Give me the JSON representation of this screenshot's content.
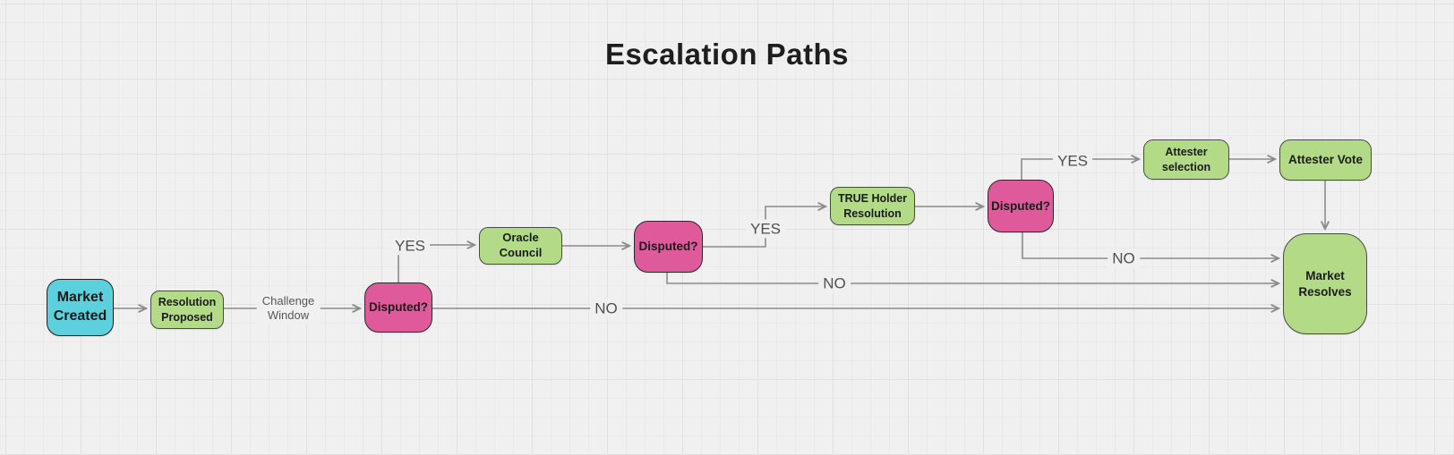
{
  "title": "Escalation Paths",
  "colors": {
    "background": "#f0f0f0",
    "node_cyan": "#5cd1dd",
    "node_green": "#b2da87",
    "node_pink": "#df5a9b",
    "edge_line": "#8b8b8b",
    "node_text": "#1b1b1b",
    "edge_label_text": "#4f4f4f"
  },
  "nodes": {
    "market_created": {
      "label": "Market\nCreated"
    },
    "resolution_proposed": {
      "label": "Resolution\nProposed"
    },
    "disputed_1": {
      "label": "Disputed?"
    },
    "oracle_council": {
      "label": "Oracle\nCouncil"
    },
    "disputed_2": {
      "label": "Disputed?"
    },
    "true_holder": {
      "label": "TRUE Holder\nResolution"
    },
    "disputed_3": {
      "label": "Disputed?"
    },
    "attester_selection": {
      "label": "Attester\nselection"
    },
    "attester_vote": {
      "label": "Attester Vote"
    },
    "market_resolves": {
      "label": "Market\nResolves"
    }
  },
  "edge_labels": {
    "challenge_window": "Challenge\nWindow",
    "yes_1": "YES",
    "yes_2": "YES",
    "yes_3": "YES",
    "no_1": "NO",
    "no_2": "NO",
    "no_3": "NO"
  }
}
